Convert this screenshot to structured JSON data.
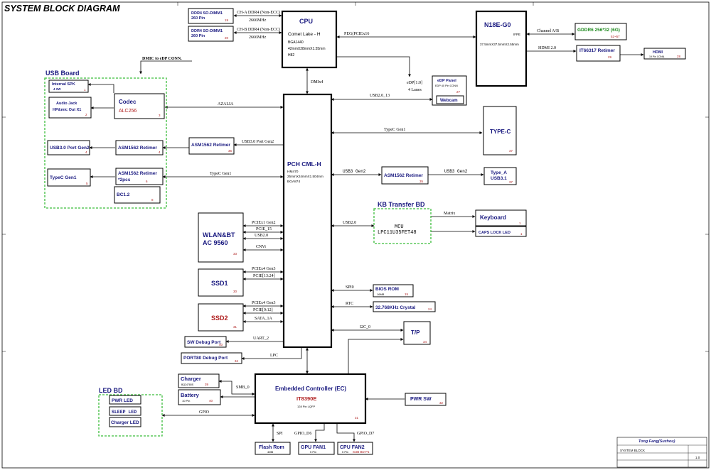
{
  "title": "SYSTEM BLOCK DIAGRAM",
  "groups": {
    "usb_board": "USB Board",
    "led_bd": "LED BD",
    "kb_transfer_bd": "KB Transfer BD"
  },
  "blocks": {
    "dimm1": {
      "l1": "DDR4 SO-DIMM1",
      "l2": "260 Pin",
      "num": "19"
    },
    "dimm2": {
      "l1": "DDR4 SO-DIMM1",
      "l2": "260 Pin",
      "num": "20"
    },
    "cpu": {
      "name": "CPU",
      "sub": "Comet  Lake - H",
      "l1": "BGA1440",
      "l2": "42mmX28mmX1.55mm",
      "l3": "H82"
    },
    "gpu": {
      "name": "N18E-G0",
      "ifpe": "IFPE",
      "size": "37.5mmX37.5mmX2.55mm"
    },
    "gddr": {
      "name": "GDDR6 256*32 (6G)",
      "num": "52~57"
    },
    "it_retimer": {
      "name": "IT66317 Retimer",
      "num": "29"
    },
    "hdmi": {
      "name": "HDMI",
      "sub": "19 Pin CONN.",
      "num": "28"
    },
    "edp": {
      "name": "eDP Panel",
      "sub": "EDP 40 Pin CONN",
      "num": "27",
      "cam": "Webcam"
    },
    "internal_spk": {
      "name": "Internal SPK",
      "sub": "4     2W",
      "num": "1"
    },
    "audio_jack": {
      "l1": "Audio Jack",
      "l2": "HP&mic Out X1",
      "num": "2"
    },
    "codec": {
      "name": "Codec",
      "sub": "ALC256",
      "num": "3"
    },
    "usb30_port": {
      "name": "USB3.0 Port Gen2",
      "num": "4"
    },
    "asm_usb": {
      "name": "ASM1562 Retimer",
      "num": "4"
    },
    "typec_gen1": {
      "name": "TypeC Gen1",
      "num": "5"
    },
    "asm_typec": {
      "name": "ASM1562 Retimer",
      "sub": "*2pcs",
      "num": "6"
    },
    "bc12": {
      "name": "BC1.2",
      "num": "8"
    },
    "asm_mid": {
      "name": "ASM1562 Retimer",
      "num": "36"
    },
    "pch": {
      "name": "PCH CML-H",
      "l1": "HM470",
      "l2": "25mmX24mmX1.504mm",
      "l3": "BGA874"
    },
    "typec_right": {
      "name": "TYPE-C",
      "num": "37"
    },
    "asm_right": {
      "name": "ASM1562 Retimer",
      "num": "35"
    },
    "type_a": {
      "l1": "Type_A",
      "l2": "USB3.1",
      "num": "37"
    },
    "mcu": {
      "l1": "MCU",
      "l2": "LPC11U35FET48"
    },
    "keyboard": {
      "name": "Keyboard",
      "num": "1"
    },
    "capslock": {
      "name": "CAPS LOCK LED",
      "num": "1"
    },
    "wlan": {
      "l1": "WLAN&BT",
      "l2": "AC 9560",
      "num": "33"
    },
    "ssd1": {
      "name": "SSD1",
      "num": "30"
    },
    "ssd2": {
      "name": "SSD2",
      "num": "31"
    },
    "bios": {
      "name": "BIOS ROM",
      "sub": "16MB",
      "num": "15"
    },
    "crystal": {
      "name": "32.768KHz Crystal",
      "num": "24"
    },
    "tp": {
      "name": "T/P",
      "num": "34"
    },
    "sw_debug": {
      "name": "SW Debug Port",
      "num": "40"
    },
    "port80": {
      "name": "PORT80 Debug Port",
      "num": "34"
    },
    "charger": {
      "name": "Charger",
      "sub": "BQ24780S",
      "num": "39"
    },
    "battery": {
      "name": "Battery",
      "sub": "10 Pin",
      "num": "40"
    },
    "ec": {
      "name": "Embedded Controller (EC)",
      "sub": "IT8390E",
      "l1": "128 Pin LQFP",
      "num": "31"
    },
    "pwr_sw": {
      "name": "PWR SW",
      "num": "32"
    },
    "pwr_led": {
      "name": "PWR LED"
    },
    "sleep_led": {
      "name": "SLEEP LED"
    },
    "charger_led": {
      "name": "Charger LED"
    },
    "flash": {
      "name": "Flash Rom",
      "sub": "4MB"
    },
    "fan1": {
      "name": "GPU FAN1",
      "sub": "5 Pin"
    },
    "fan2": {
      "name": "CPU FAN2",
      "sub": "5 Pin",
      "num": "SUB BD P1"
    }
  },
  "links": {
    "chA": "CH-A DDR4 (Non-ECC)",
    "chB": "CH-B DDR4 (Non-ECC)",
    "mhz1": "2666MHz",
    "mhz2": "2666MHz",
    "peg": "PEG(PCIEx16",
    "dmic": "DMIC to eDP CONN.",
    "dmix4": "DMIx4",
    "edp_link": "eDP[1:0]",
    "lanes": "4 Lanes",
    "usb2_13": "USB2.0_13",
    "azalia": "AZALIA",
    "channel_ab": "Channel A/B",
    "hdmi20": "HDMI 2.0",
    "typec_gen1_r": "TypeC  Gen1",
    "usb30_gen2": "USB3.0 Port Gen2",
    "typec_gen1_l": "TypeC  Gen1",
    "usb3_gen2_a": "USB3 Gen2",
    "usb3_gen2_b": "USB3 Gen2",
    "usb20_kb": "USB2.0",
    "matrix": "Matrix",
    "pcie1": "PCIEx1 Gen2",
    "pcie15": "PCIE_15",
    "usb20_w": "USB2.0",
    "cnvi": "CNVi",
    "pcie4a": "PCIEx4 Gen3",
    "pcie4a_b": "PCIE[13:24]",
    "pcie4b": "PCIEx4 Gen3",
    "pcie4b_b": "PCIE[9:12]",
    "sata": "SATA_1A",
    "spi0": "SPI0",
    "rtc": "RTC",
    "i2c": "I2C_0",
    "uart": "UART_2",
    "lpc": "LPC",
    "smb": "SMB_0",
    "gpio": "GPIO",
    "spi1": "SPI",
    "gpio06": "GPIO_D6",
    "gpio07": "GPIO_D7"
  },
  "titleblock": {
    "company": "Tong Fang(Suzhou)",
    "doc": "SYSTEM BLOCK",
    "rev": "1.0"
  }
}
